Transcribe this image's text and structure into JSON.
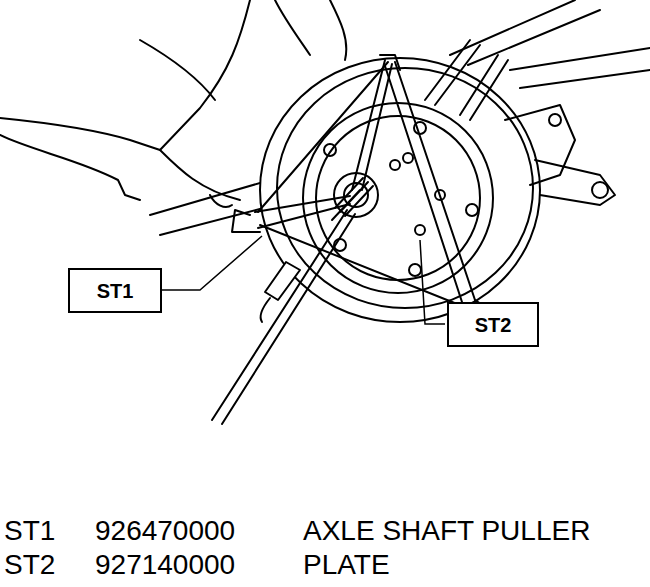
{
  "diagram": {
    "nodes": [
      {
        "text": [
          "ST1"
        ]
      },
      {
        "text": [
          "ST2"
        ]
      }
    ],
    "labels": [
      "ST1",
      "926470000",
      "AXLE SHAFT PULLER",
      "ST2",
      "927140000",
      "PLATE"
    ]
  }
}
